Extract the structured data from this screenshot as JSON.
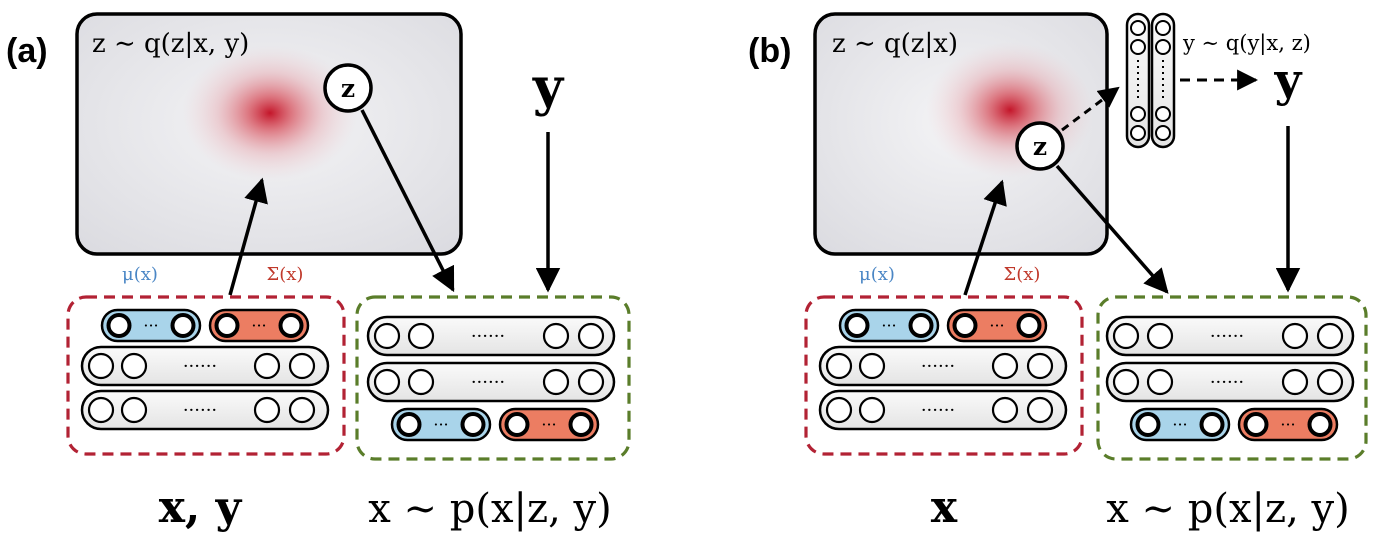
{
  "panel_a": {
    "label": "(a)",
    "latent_box_formula": "z ∼ q(z|x, y)",
    "z_node": "z",
    "y_top": "y",
    "mu_label": "μ(x)",
    "sigma_label": "Σ(x)",
    "encoder_caption": "x, y",
    "decoder_caption": "x ∼ p(x|z, y)"
  },
  "panel_b": {
    "label": "(b)",
    "latent_box_formula": "z ∼ q(z|x)",
    "classifier_formula": "y ∼ q(y|x, z)",
    "z_node": "z",
    "y_top": "y",
    "mu_label": "μ(x)",
    "sigma_label": "Σ(x)",
    "encoder_caption": "x",
    "decoder_caption": "x ∼ p(x|z, y)"
  },
  "colors": {
    "encoder_border": "#b22234",
    "decoder_border": "#5a7d2a",
    "mu_fill": "#a9d4ea",
    "sigma_fill": "#ec7d62",
    "density": "#d3343f",
    "box_fill": "#e6e6ea"
  }
}
